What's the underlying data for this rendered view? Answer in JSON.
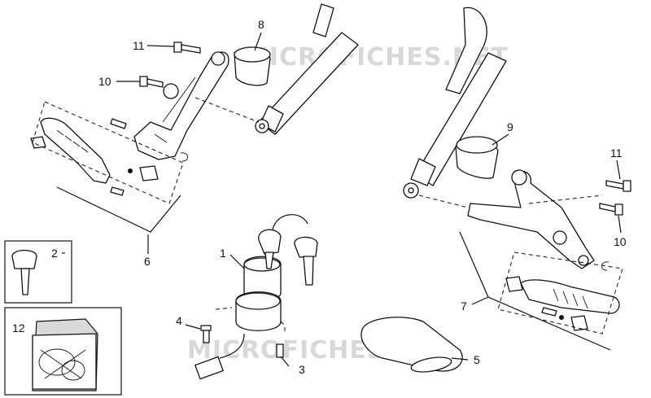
{
  "watermark": [
    "MICROFICHES.NET",
    "MICROFICHES.NET"
  ],
  "callouts": [
    "1",
    "2",
    "3",
    "4",
    "5",
    "6",
    "7",
    "8",
    "9",
    "10",
    "11",
    "10",
    "11",
    "12"
  ]
}
